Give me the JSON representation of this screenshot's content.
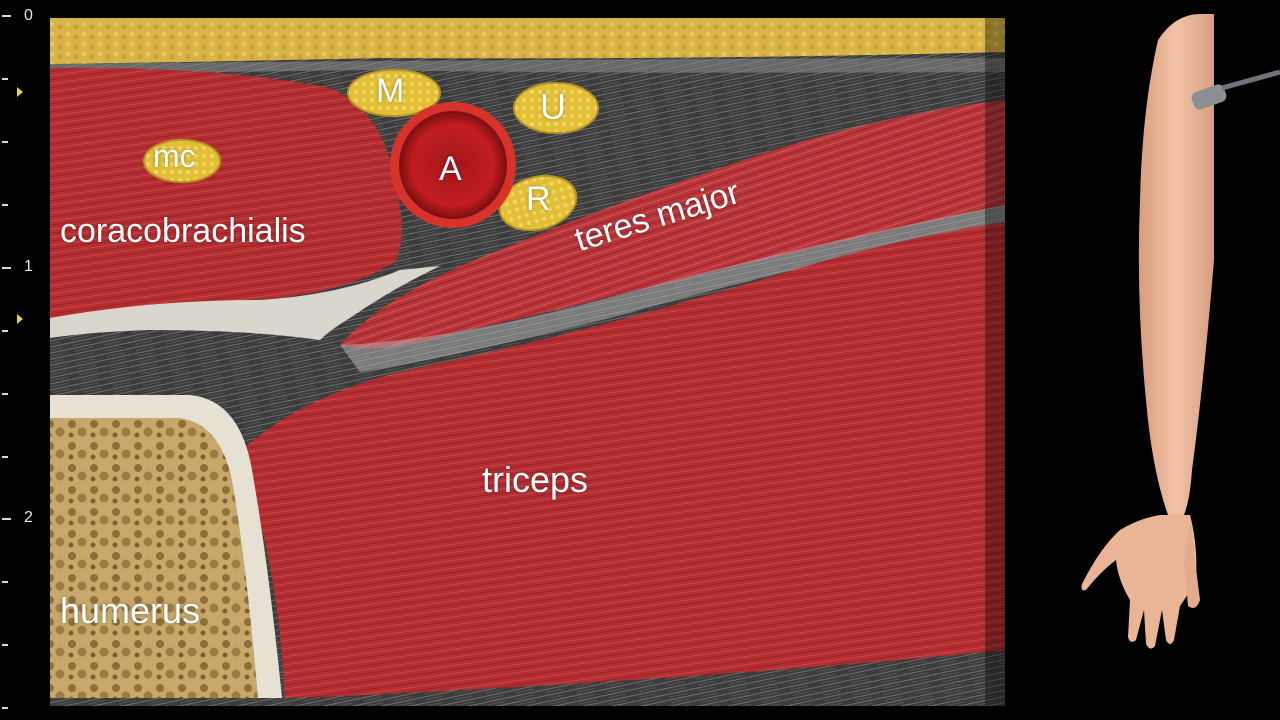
{
  "depth_scale": {
    "labels": [
      "0",
      "1",
      "2"
    ],
    "focus_marker_color": "#e7d33a"
  },
  "labels": {
    "median_nerve": "M",
    "ulnar_nerve": "U",
    "radial_nerve": "R",
    "artery": "A",
    "musculocutaneous_nerve": "mc",
    "coracobrachialis": "coracobrachialis",
    "teres_major": "teres major",
    "triceps": "triceps",
    "humerus": "humerus"
  },
  "colors": {
    "background": "#000000",
    "fat_layer": "#d9b446",
    "muscle": "#b52f32",
    "fascia": "#4a4a4a",
    "nerve": "#e6c23a",
    "artery": "#c8241c",
    "bone": "#c8a86a",
    "skin": "#e9b596",
    "probe": "#8a8f96"
  },
  "icons": {
    "arm_probe": "arm-with-ultrasound-probe-icon"
  }
}
